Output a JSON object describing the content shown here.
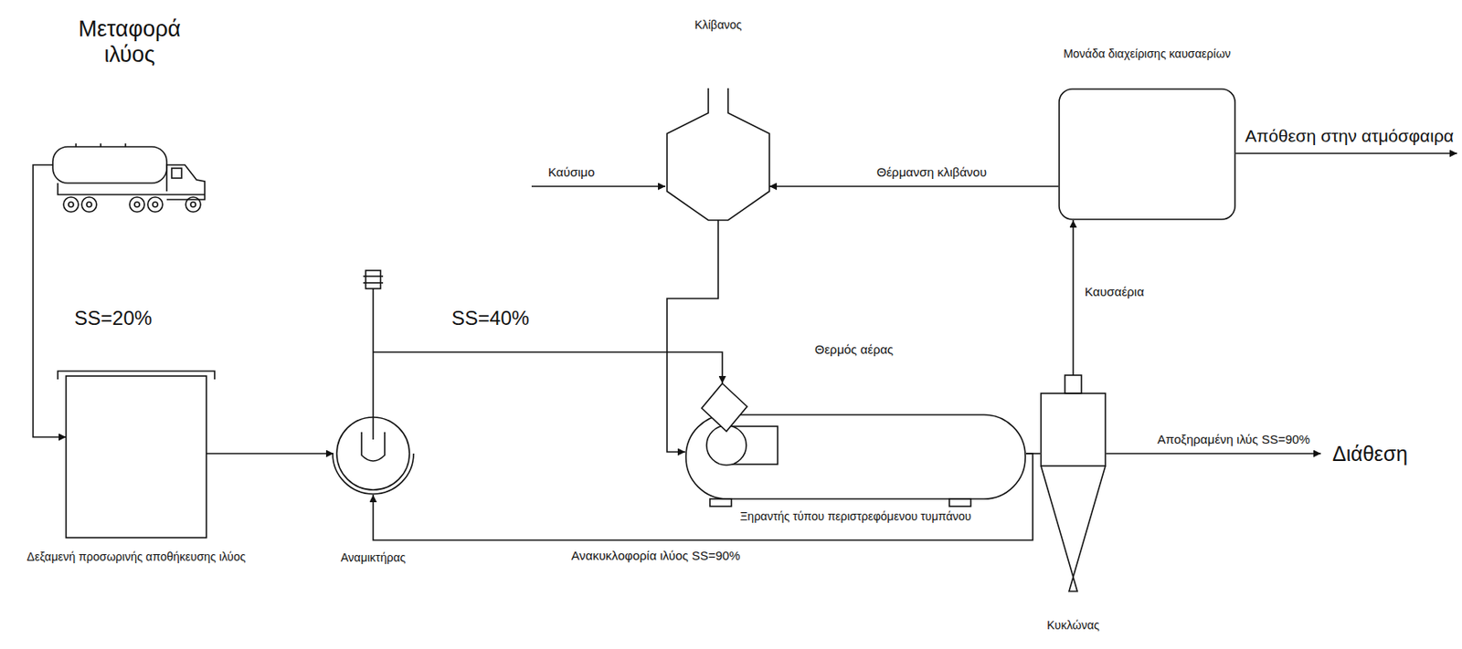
{
  "diagram": {
    "nodes": [
      {
        "text": [
          "Μεταφορά ιλύος"
        ]
      },
      {
        "text": [
          "Δεξαμενή προσωρινής αποθήκευσης ιλύος"
        ]
      },
      {
        "text": [
          "Αναμικτήρας"
        ]
      },
      {
        "text": [
          "Κλίβανος"
        ]
      },
      {
        "text": [
          "Μονάδα διαχείρισης καυσαερίων"
        ]
      },
      {
        "text": [
          "Ξηραντής τύπου περιστρεφόμενου τυμπάνου"
        ]
      },
      {
        "text": [
          "Κυκλώνας"
        ]
      }
    ],
    "edges": [
      {
        "from": 0,
        "to": 1,
        "label": "SS=20%",
        "arrow": "to"
      },
      {
        "from": 1,
        "to": 2,
        "arrow": "to"
      },
      {
        "from": 2,
        "to": 5,
        "label": "SS=40%",
        "arrow": "to"
      },
      {
        "from": 3,
        "to": 5,
        "label": "Θερμός αέρας",
        "arrow": "to"
      },
      {
        "from": 5,
        "to": 6,
        "arrow": "none"
      },
      {
        "from": 5,
        "to": 2,
        "label": "Ανακυκλοφορία ιλύος SS=90%",
        "arrow": "to"
      },
      {
        "from": 6,
        "to": 4,
        "label": "Καυσαέρια",
        "arrow": "to"
      },
      {
        "from": 4,
        "to": 3,
        "label": "Θέρμανση κλιβάνου",
        "arrow": "to"
      }
    ],
    "labels": [
      "Καύσιμο",
      "Απόθεση στην ατμόσφαιρα",
      "Αποξηραμένη ιλύς SS=90%",
      "Διάθεση"
    ]
  }
}
